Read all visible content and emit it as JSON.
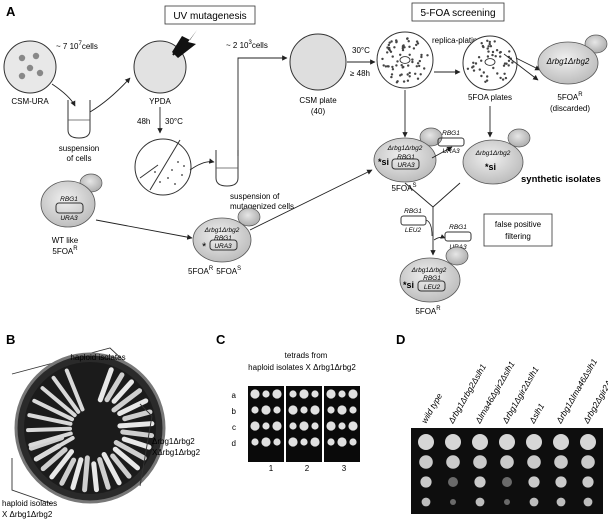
{
  "panel_a": {
    "letter": "A",
    "uv_box": "UV mutagenesis",
    "fo_box": "5-FOA screening",
    "cells_count": "~ 7 10",
    "cells_exp": "7",
    "cells_word": "cells",
    "csm_ura": "CSM-URA",
    "ypda": "YPDA",
    "suspension_cells_1": "suspension",
    "suspension_cells_2": "of cells",
    "time_48h": "48h",
    "temp_30c": "30°C",
    "mut_susp_1": "suspension of",
    "mut_susp_2": "mutagenized cells",
    "plated_count": "~ 2 10",
    "plated_exp": "3",
    "plated_word": "cells",
    "csm_plate": "CSM plate",
    "csm_plate_n": "(40)",
    "cond_temp": "30°C",
    "cond_time": "≥ 48h",
    "replica": "replica-plating",
    "fo_plates": "5FOA plates",
    "discarded_strain": "Δrbg1Δrbg2",
    "discarded_1": "5FOA",
    "discarded_sup": "R",
    "discarded_2": "(discarded)",
    "wt_gene": "RBG1",
    "wt_marker": "URA3",
    "wt_1": "WT like",
    "wt_2": "5FOA",
    "wt_sup": "R",
    "mid_strain": "Δrbg1Δrbg2",
    "mid_gene": "RBG1",
    "mid_marker": "URA3",
    "mid_star": "*",
    "mid_foa_r": "5FOA",
    "mid_foa_s": "5FOA",
    "sup_r": "R",
    "sup_s": "S",
    "cen_strain": "Δrbg1Δrbg2",
    "si": "si",
    "cen_gene": "RBG1",
    "cen_marker": "URA3",
    "cen_foa": "5FOA",
    "cen_sup": "S",
    "plas_gene": "RBG1",
    "plas_marker": "URA3",
    "syn_strain": "Δrbg1Δrbg2",
    "syn_si": "si",
    "synthetic": "synthetic isolates",
    "leu_gene": "RBG1",
    "leu_marker": "LEU2",
    "fp_plas_gene": "RBG1",
    "fp_plas_marker": "URA3",
    "false_1": "false positive",
    "false_2": "filtering",
    "bot_strain": "Δrbg1Δrbg2",
    "bot_si": "si",
    "bot_gene": "RBG1",
    "bot_marker": "LEU2",
    "bot_foa": "5FOA",
    "bot_sup": "R"
  },
  "panel_b": {
    "letter": "B",
    "top": "haploid isolates",
    "right_1": "Δrbg1Δrbg2",
    "right_2": "XΔrbg1Δrbg2",
    "bottom_1": "haploid isolates",
    "bottom_2": "X Δrbg1Δrbg2"
  },
  "panel_c": {
    "letter": "C",
    "title_1": "tetrads from",
    "title_2": "haploid isolates X Δrbg1Δrbg2",
    "rows": [
      "a",
      "b",
      "c",
      "d"
    ],
    "cols": [
      "1",
      "2",
      "3"
    ]
  },
  "panel_d": {
    "letter": "D",
    "strains": [
      "wild type",
      "Δrbg1Δrbg2Δslh1",
      "Δlma46Δgir2Δslh1",
      "Δrbg1Δgir2Δslh1",
      "Δslh1",
      "Δrbg1Δlma46Δslh1",
      "Δrbg2Δgir2Δslh1"
    ]
  }
}
